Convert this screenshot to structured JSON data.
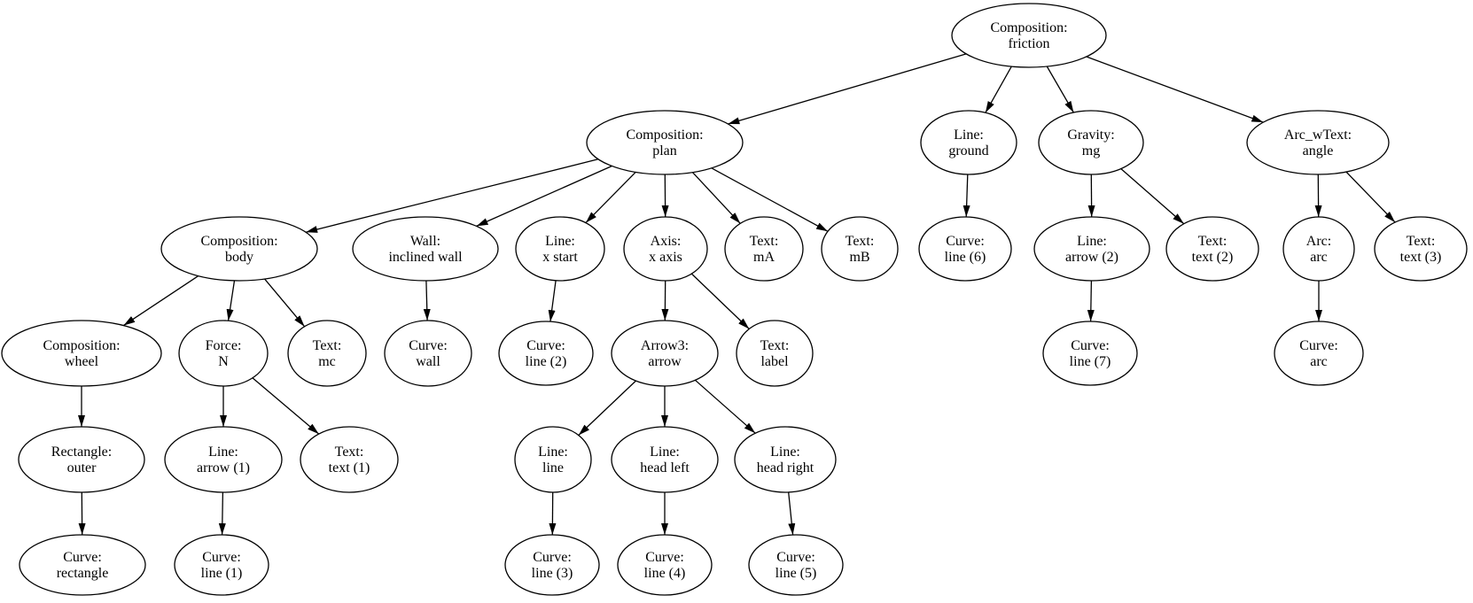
{
  "diagram": {
    "kind": "tree-graph",
    "colors": {
      "background": "#ffffff",
      "node_fill": "#ffffff",
      "node_stroke": "#000000",
      "edge": "#000000",
      "text": "#000000"
    },
    "nodes": [
      {
        "id": "friction",
        "line1": "Composition:",
        "line2": "friction"
      },
      {
        "id": "plan",
        "line1": "Composition:",
        "line2": "plan"
      },
      {
        "id": "ground",
        "line1": "Line:",
        "line2": "ground"
      },
      {
        "id": "gravity",
        "line1": "Gravity:",
        "line2": "mg"
      },
      {
        "id": "angle",
        "line1": "Arc_wText:",
        "line2": "angle"
      },
      {
        "id": "body",
        "line1": "Composition:",
        "line2": "body"
      },
      {
        "id": "wall",
        "line1": "Wall:",
        "line2": "inclined wall"
      },
      {
        "id": "x_start",
        "line1": "Line:",
        "line2": "x start"
      },
      {
        "id": "x_axis",
        "line1": "Axis:",
        "line2": "x axis"
      },
      {
        "id": "text_mA",
        "line1": "Text:",
        "line2": "mA"
      },
      {
        "id": "text_mB",
        "line1": "Text:",
        "line2": "mB"
      },
      {
        "id": "curve_line6",
        "line1": "Curve:",
        "line2": "line (6)"
      },
      {
        "id": "line_arrow2",
        "line1": "Line:",
        "line2": "arrow (2)"
      },
      {
        "id": "text_text2",
        "line1": "Text:",
        "line2": "text (2)"
      },
      {
        "id": "arc",
        "line1": "Arc:",
        "line2": "arc"
      },
      {
        "id": "text_text3",
        "line1": "Text:",
        "line2": "text (3)"
      },
      {
        "id": "wheel",
        "line1": "Composition:",
        "line2": "wheel"
      },
      {
        "id": "force_N",
        "line1": "Force:",
        "line2": "N"
      },
      {
        "id": "text_mc",
        "line1": "Text:",
        "line2": "mc"
      },
      {
        "id": "curve_wall",
        "line1": "Curve:",
        "line2": "wall"
      },
      {
        "id": "curve_line2",
        "line1": "Curve:",
        "line2": "line (2)"
      },
      {
        "id": "arrow3",
        "line1": "Arrow3:",
        "line2": "arrow"
      },
      {
        "id": "text_label",
        "line1": "Text:",
        "line2": "label"
      },
      {
        "id": "curve_line7",
        "line1": "Curve:",
        "line2": "line (7)"
      },
      {
        "id": "curve_arc",
        "line1": "Curve:",
        "line2": "arc"
      },
      {
        "id": "rect_outer",
        "line1": "Rectangle:",
        "line2": "outer"
      },
      {
        "id": "line_arrow1",
        "line1": "Line:",
        "line2": "arrow (1)"
      },
      {
        "id": "text_text1",
        "line1": "Text:",
        "line2": "text (1)"
      },
      {
        "id": "line_line",
        "line1": "Line:",
        "line2": "line"
      },
      {
        "id": "line_head_left",
        "line1": "Line:",
        "line2": "head left"
      },
      {
        "id": "line_head_right",
        "line1": "Line:",
        "line2": "head right"
      },
      {
        "id": "curve_rectangle",
        "line1": "Curve:",
        "line2": "rectangle"
      },
      {
        "id": "curve_line1",
        "line1": "Curve:",
        "line2": "line (1)"
      },
      {
        "id": "curve_line3",
        "line1": "Curve:",
        "line2": "line (3)"
      },
      {
        "id": "curve_line4",
        "line1": "Curve:",
        "line2": "line (4)"
      },
      {
        "id": "curve_line5",
        "line1": "Curve:",
        "line2": "line (5)"
      }
    ],
    "edges": [
      [
        "friction",
        "plan"
      ],
      [
        "friction",
        "ground"
      ],
      [
        "friction",
        "gravity"
      ],
      [
        "friction",
        "angle"
      ],
      [
        "plan",
        "body"
      ],
      [
        "plan",
        "wall"
      ],
      [
        "plan",
        "x_start"
      ],
      [
        "plan",
        "x_axis"
      ],
      [
        "plan",
        "text_mA"
      ],
      [
        "plan",
        "text_mB"
      ],
      [
        "body",
        "wheel"
      ],
      [
        "body",
        "force_N"
      ],
      [
        "body",
        "text_mc"
      ],
      [
        "wall",
        "curve_wall"
      ],
      [
        "x_start",
        "curve_line2"
      ],
      [
        "x_axis",
        "arrow3"
      ],
      [
        "x_axis",
        "text_label"
      ],
      [
        "arrow3",
        "line_line"
      ],
      [
        "arrow3",
        "line_head_left"
      ],
      [
        "arrow3",
        "line_head_right"
      ],
      [
        "line_line",
        "curve_line3"
      ],
      [
        "line_head_left",
        "curve_line4"
      ],
      [
        "line_head_right",
        "curve_line5"
      ],
      [
        "wheel",
        "rect_outer"
      ],
      [
        "rect_outer",
        "curve_rectangle"
      ],
      [
        "force_N",
        "line_arrow1"
      ],
      [
        "force_N",
        "text_text1"
      ],
      [
        "line_arrow1",
        "curve_line1"
      ],
      [
        "ground",
        "curve_line6"
      ],
      [
        "gravity",
        "line_arrow2"
      ],
      [
        "gravity",
        "text_text2"
      ],
      [
        "line_arrow2",
        "curve_line7"
      ],
      [
        "angle",
        "arc"
      ],
      [
        "angle",
        "text_text3"
      ],
      [
        "arc",
        "curve_arc"
      ]
    ]
  }
}
